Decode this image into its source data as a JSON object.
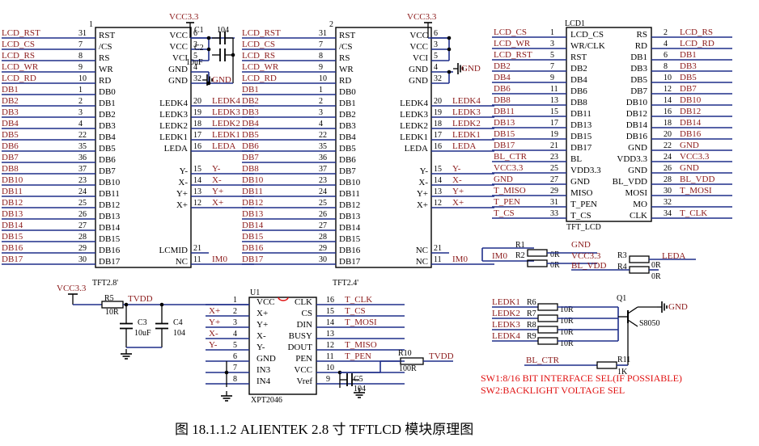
{
  "caption": "图 18.1.1.2    ALIENTEK 2.8 寸 TFTLCD 模块原理图",
  "notes": [
    "SW1:8/16 BIT INTERFACE SEL(IF POSSIABLE)",
    "SW2:BACKLIGHT VOLTAGE SEL"
  ],
  "colors": {
    "wire": "#1e2e8a",
    "label": "#8b1a1a",
    "body": "#000000",
    "note": "#e01010"
  },
  "power": {
    "vcc": "VCC3.3",
    "gnd": "GND",
    "tvdd": "TVDD"
  },
  "left_signals": [
    "LCD_RST",
    "LCD_CS",
    "LCD_RS",
    "LCD_WR",
    "LCD_RD",
    "DB1",
    "DB2",
    "DB3",
    "DB4",
    "DB5",
    "DB6",
    "DB7",
    "DB8",
    "DB10",
    "DB11",
    "DB12",
    "DB13",
    "DB14",
    "DB15",
    "DB16",
    "DB17"
  ],
  "conn1": {
    "id": "1",
    "name": "TFT2.8'",
    "left_nums": [
      "31",
      "7",
      "8",
      "9",
      "10",
      "1",
      "2",
      "3",
      "4",
      "22",
      "35",
      "36",
      "37",
      "23",
      "24",
      "25",
      "26",
      "27",
      "28",
      "29",
      "30"
    ],
    "left_pins": [
      "RST",
      "/CS",
      "RS",
      "WR",
      "RD",
      "DB0",
      "DB1",
      "DB2",
      "DB3",
      "DB4",
      "DB5",
      "DB6",
      "DB7",
      "DB10",
      "DB11",
      "DB12",
      "DB13",
      "DB14",
      "DB15",
      "DB16",
      "DB17"
    ],
    "right_pins": [
      "VCC",
      "VCC",
      "VCI",
      "GND",
      "GND",
      "LEDK4",
      "LEDK3",
      "LEDK2",
      "LEDK1",
      "LEDA",
      "Y-",
      "X-",
      "Y+",
      "X+",
      "LCMID",
      "NC"
    ],
    "right_nums": [
      "6",
      "3",
      "5",
      "4",
      "32",
      "20",
      "19",
      "18",
      "17",
      "16",
      "15",
      "14",
      "13",
      "12",
      "21",
      "11"
    ],
    "right_nets": [
      "",
      "",
      "",
      "",
      "",
      "LEDK4",
      "LEDK3",
      "LEDK2",
      "LEDK1",
      "LEDA",
      "Y-",
      "X-",
      "Y+",
      "X+",
      "",
      "IM0"
    ]
  },
  "conn2": {
    "id": "2",
    "name": "TFT2.4'",
    "left_nums": [
      "31",
      "7",
      "8",
      "9",
      "10",
      "1",
      "2",
      "3",
      "4",
      "22",
      "35",
      "36",
      "37",
      "23",
      "24",
      "25",
      "26",
      "27",
      "28",
      "29",
      "30"
    ],
    "left_pins": [
      "RST",
      "/CS",
      "RS",
      "WR",
      "RD",
      "DB0",
      "DB1",
      "DB2",
      "DB3",
      "DB4",
      "DB5",
      "DB6",
      "DB7",
      "DB10",
      "DB11",
      "DB12",
      "DB13",
      "DB14",
      "DB15",
      "DB16",
      "DB17"
    ],
    "right_pins": [
      "VCC",
      "VCC",
      "VCI",
      "GND",
      "GND",
      "LEDK4",
      "LEDK3",
      "LEDK2",
      "LEDK1",
      "LEDA",
      "Y-",
      "X-",
      "Y+",
      "X+",
      "NC",
      "NC"
    ],
    "right_nums": [
      "6",
      "3",
      "5",
      "4",
      "32",
      "20",
      "19",
      "18",
      "17",
      "16",
      "15",
      "14",
      "13",
      "12",
      "21",
      "11"
    ],
    "right_nets": [
      "",
      "",
      "",
      "",
      "",
      "LEDK4",
      "LEDK3",
      "LEDK2",
      "LEDK1",
      "LEDA",
      "Y-",
      "X-",
      "Y+",
      "X+",
      "",
      "IM0"
    ]
  },
  "lcd1": {
    "ref": "LCD1",
    "name": "TFT_LCD",
    "left_nets": [
      "LCD_CS",
      "LCD_WR",
      "LCD_RST",
      "DB2",
      "DB4",
      "DB6",
      "DB8",
      "DB11",
      "DB13",
      "DB15",
      "DB17",
      "BL_CTR",
      "VCC3.3",
      "GND",
      "T_MISO",
      "T_PEN",
      "T_CS"
    ],
    "left_nums": [
      "1",
      "3",
      "5",
      "7",
      "9",
      "11",
      "13",
      "15",
      "17",
      "19",
      "21",
      "23",
      "25",
      "27",
      "29",
      "31",
      "33"
    ],
    "left_pins": [
      "LCD_CS",
      "WR/CLK",
      "RST",
      "DB2",
      "DB4",
      "DB6",
      "DB8",
      "DB11",
      "DB13",
      "DB15",
      "DB17",
      "BL",
      "VDD3.3",
      "GND",
      "MISO",
      "T_PEN",
      "T_CS"
    ],
    "right_pins": [
      "RS",
      "RD",
      "DB1",
      "DB3",
      "DB5",
      "DB7",
      "DB10",
      "DB12",
      "DB14",
      "DB16",
      "GND",
      "VDD3.3",
      "GND",
      "BL_VDD",
      "MOSI",
      "MO",
      "CLK"
    ],
    "right_nums": [
      "2",
      "4",
      "6",
      "8",
      "10",
      "12",
      "14",
      "16",
      "18",
      "20",
      "22",
      "24",
      "26",
      "28",
      "30",
      "32",
      "34"
    ],
    "right_nets": [
      "LCD_RS",
      "LCD_RD",
      "DB1",
      "DB3",
      "DB5",
      "DB7",
      "DB10",
      "DB12",
      "DB14",
      "DB16",
      "GND",
      "VCC3.3",
      "GND",
      "BL_VDD",
      "T_MOSI",
      "",
      "T_CLK"
    ]
  },
  "u1": {
    "ref": "U1",
    "name": "XPT2046",
    "left_nets": [
      "",
      "X+",
      "Y+",
      "X-",
      "Y-",
      "",
      "",
      ""
    ],
    "left_nums": [
      "1",
      "2",
      "3",
      "4",
      "5",
      "6",
      "7",
      "8"
    ],
    "left_pins": [
      "VCC",
      "X+",
      "Y+",
      "X-",
      "Y-",
      "GND",
      "IN3",
      "IN4"
    ],
    "right_pins": [
      "CLK",
      "CS",
      "DIN",
      "BUSY",
      "DOUT",
      "PEN",
      "VCC",
      "Vref"
    ],
    "right_nums": [
      "16",
      "15",
      "14",
      "13",
      "12",
      "11",
      "10",
      "9"
    ],
    "right_nets": [
      "T_CLK",
      "T_CS",
      "T_MOSI",
      "",
      "T_MISO",
      "T_PEN",
      "",
      ""
    ]
  },
  "parts": {
    "c1": [
      "C1",
      "104"
    ],
    "c2": [
      "C2",
      "10uF"
    ],
    "r5": [
      "R5",
      "10R"
    ],
    "c3": [
      "C3",
      "10uF"
    ],
    "c4": [
      "C4",
      "104"
    ],
    "r10": [
      "R10",
      "100R"
    ],
    "c5": [
      "C5",
      "104"
    ],
    "r1": "R1",
    "r2": "R2",
    "r3": "R3",
    "r4": "R4",
    "zero": "0R",
    "q1": [
      "Q1",
      "S8050"
    ],
    "r11": [
      "R11",
      "1K"
    ],
    "r_led": [
      "R6",
      "R7",
      "R8",
      "R9"
    ],
    "r_led_val": "10R",
    "ledk": [
      "LEDK1",
      "LEDK2",
      "LEDK3",
      "LEDK4"
    ],
    "im0": "IM0",
    "leda": "LEDA",
    "bl_vdd": "BL_VDD",
    "bl_ctr": "BL_CTR"
  }
}
